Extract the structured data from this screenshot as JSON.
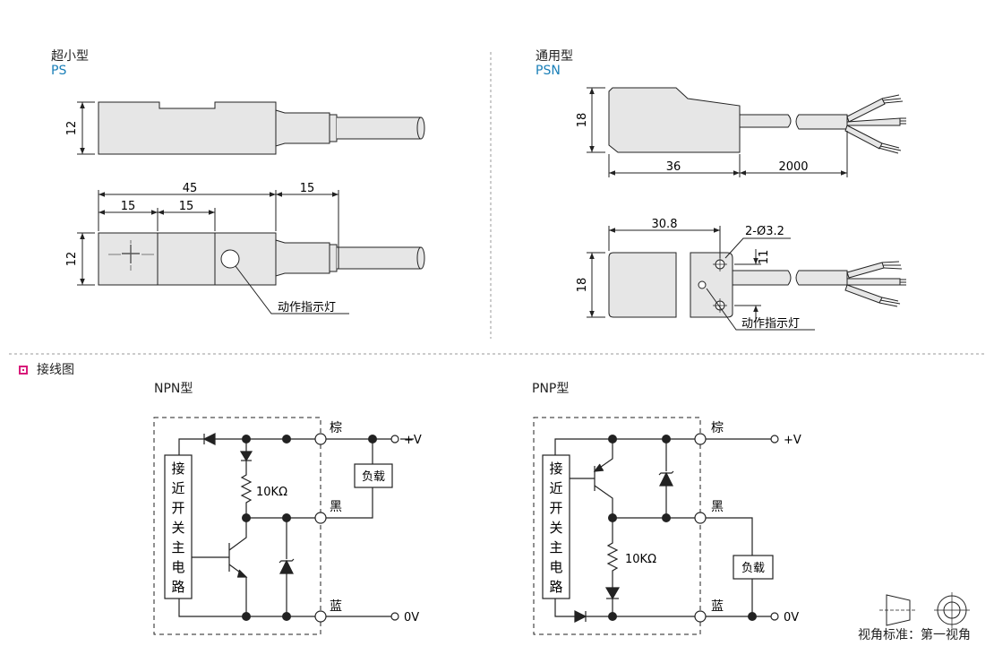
{
  "ps": {
    "title": "超小型",
    "model": "PS",
    "dims": {
      "height": "12",
      "length": "45",
      "seg1": "15",
      "seg2": "15",
      "neck": "15"
    },
    "indicator": "动作指示灯"
  },
  "psn": {
    "title": "通用型",
    "model": "PSN",
    "dims": {
      "height": "18",
      "length": "36",
      "cable": "2000",
      "hole_span": "30.8",
      "holes": "2-Ø3.2",
      "hole_gap": "11"
    },
    "indicator": "动作指示灯"
  },
  "wiring": {
    "title": "接线图",
    "npn": {
      "title": "NPN型",
      "resistor": "10KΩ",
      "load": "负载",
      "wire_brown": "棕",
      "wire_black": "黑",
      "wire_blue": "蓝",
      "vplus": "+V",
      "zero": "0V",
      "circuit": [
        "接",
        "近",
        "开",
        "关",
        "主",
        "电",
        "路"
      ]
    },
    "pnp": {
      "title": "PNP型",
      "resistor": "10KΩ",
      "load": "负载",
      "wire_brown": "棕",
      "wire_black": "黑",
      "wire_blue": "蓝",
      "vplus": "+V",
      "zero": "0V",
      "circuit": [
        "接",
        "近",
        "开",
        "关",
        "主",
        "电",
        "路"
      ]
    }
  },
  "view_standard": "视角标准：第一视角",
  "colors": {
    "accent_blue": "#1a7fb8",
    "marker_magenta": "#d81b7a",
    "body_fill": "#e6e6e6"
  }
}
